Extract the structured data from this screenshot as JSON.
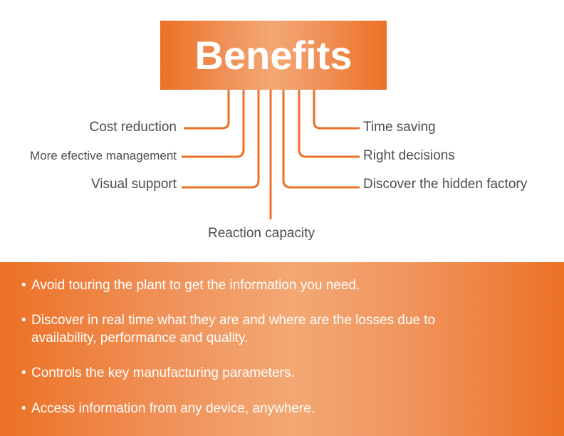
{
  "title": "Benefits",
  "left_items": [
    "Cost reduction",
    "More efective management",
    "Visual support"
  ],
  "right_items": [
    "Time saving",
    "Right decisions",
    "Discover the hidden factory"
  ],
  "center_item": "Reaction capacity",
  "bullets": [
    "Avoid touring the plant to get the information you need.",
    "Discover in real time what they are and where are the losses due to availability, performance and quality.",
    "Controls the key manufacturing parameters.",
    "Access information from any device, anywhere."
  ],
  "colors": {
    "accent": "#ec7125",
    "text": "#4d4d4f"
  }
}
